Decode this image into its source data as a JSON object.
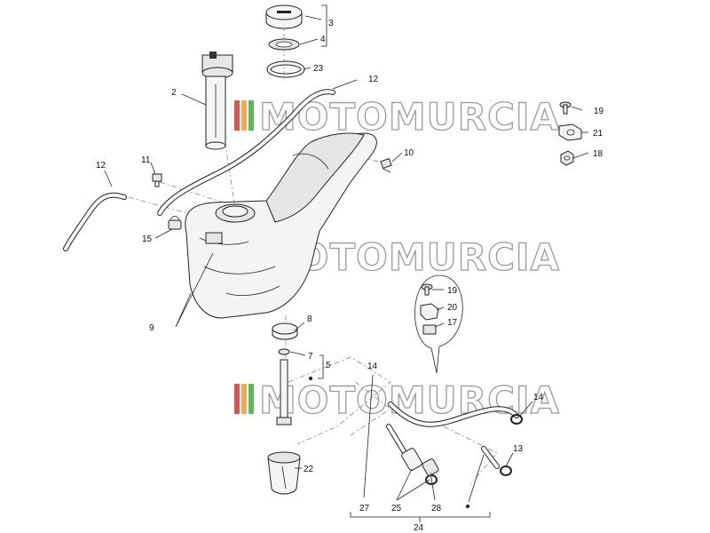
{
  "watermark": {
    "text": "MOTOMURCIA",
    "stripe_colors": [
      "#d9534f",
      "#f0ad4e",
      "#5cb85c"
    ]
  },
  "callouts": {
    "c2": "2",
    "c3": "3",
    "c4": "4",
    "c5": "5",
    "c7": "7",
    "c8": "8",
    "c9": "9",
    "c10": "10",
    "c11": "11",
    "c12a": "12",
    "c12b": "12",
    "c13": "13",
    "c14a": "14",
    "c14b": "14",
    "c15": "15",
    "c17": "17",
    "c18": "18",
    "c19a": "19",
    "c19b": "19",
    "c20": "20",
    "c21": "21",
    "c22": "22",
    "c23": "23",
    "c24": "24",
    "c25": "25",
    "c27": "27",
    "c28": "28"
  }
}
